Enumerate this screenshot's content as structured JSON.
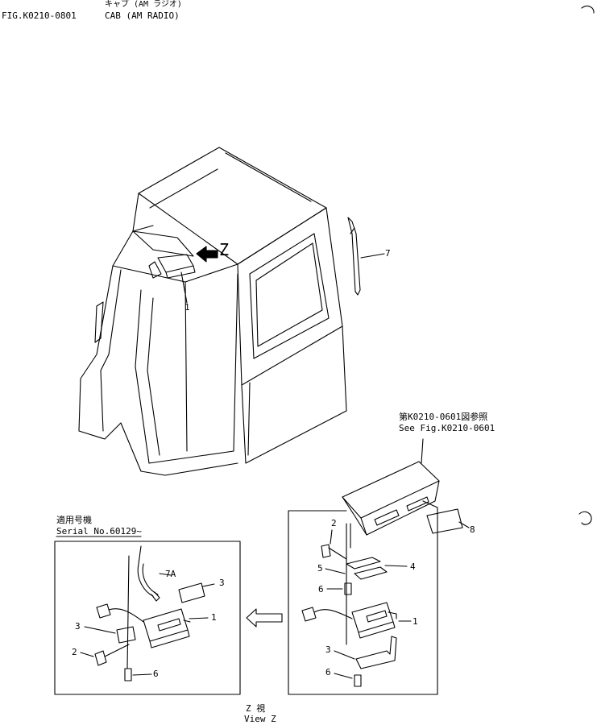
{
  "header": {
    "title_jp": "キャブ (AM ラジオ)",
    "fig_no": "FIG.K0210-0801",
    "title_en": "CAB (AM RADIO)"
  },
  "main_view": {
    "arrow_label": "Z",
    "callouts": [
      "1",
      "7"
    ]
  },
  "right_view": {
    "ref_jp": "第K0210-0601図参照",
    "ref_en": "See Fig.K0210-0601",
    "callouts": [
      "2",
      "5",
      "4",
      "6",
      "1",
      "3",
      "6",
      "8"
    ]
  },
  "left_view": {
    "serial_jp": "適用号機",
    "serial_en": "Serial No.60129~",
    "callouts": [
      "7A",
      "3",
      "1",
      "3",
      "2",
      "6"
    ]
  },
  "footer": {
    "view_jp": "Z 視",
    "view_en": "View Z"
  }
}
